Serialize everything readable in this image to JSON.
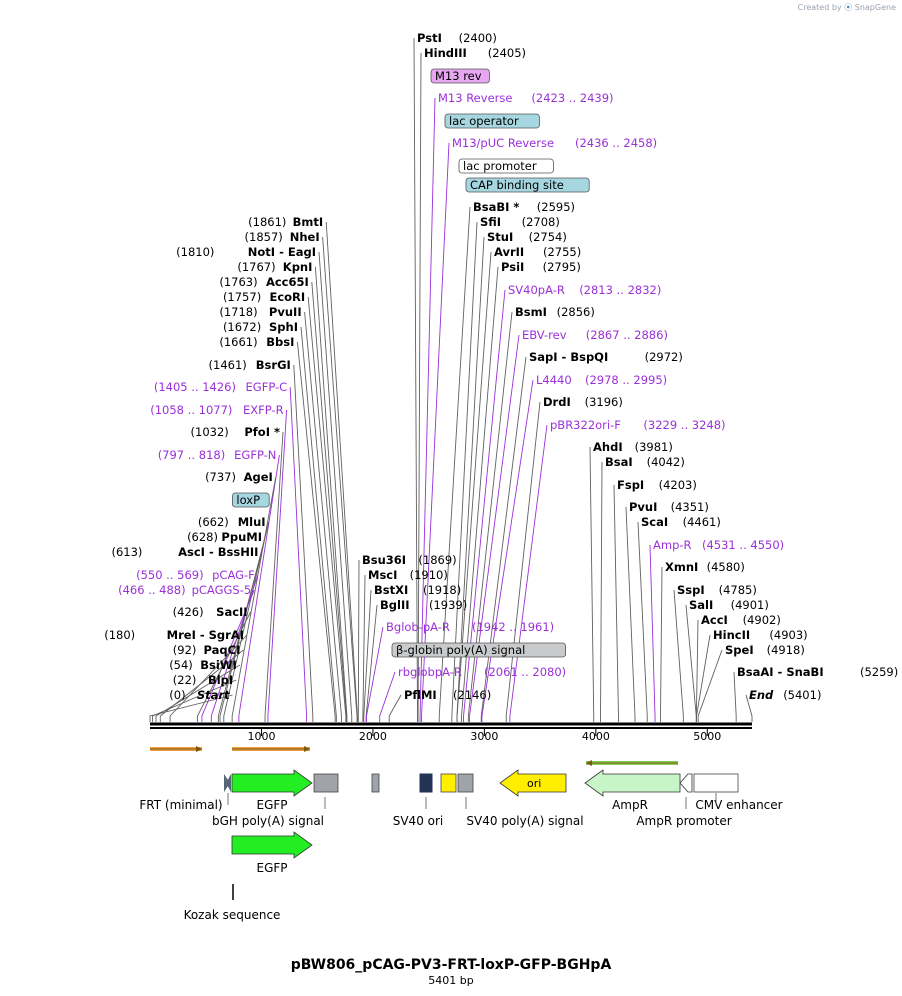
{
  "credit": {
    "prefix": "Created by",
    "brand": "SnapGene"
  },
  "map": {
    "name": "pBW806_pCAG-PV3-FRT-loxP-GFP-BGHpA",
    "length_label": "5401 bp",
    "total_bp": 5401,
    "ruler_ticks": [
      "1000",
      "2000",
      "3000",
      "4000",
      "5000"
    ],
    "colors": {
      "enzyme_line": "#606060",
      "primer": "#9b30d9",
      "egfp": "#22ee22",
      "grey_feature": "#a0a4aa",
      "ori": "#ffee00",
      "ampr": "#c8f5c8",
      "orf_arrow": "#f0a040"
    }
  },
  "left_labels": [
    {
      "name": "BmtI",
      "pos": "(1861)"
    },
    {
      "name": "NheI",
      "pos": "(1857)"
    },
    {
      "name": "NotI",
      "pos": "(1810)",
      "name2": "EagI"
    },
    {
      "name": "KpnI",
      "pos": "(1767)"
    },
    {
      "name": "Acc65I",
      "pos": "(1763)"
    },
    {
      "name": "EcoRI",
      "pos": "(1757)"
    },
    {
      "name": "PvuII",
      "pos": "(1718)"
    },
    {
      "name": "SphI",
      "pos": "(1672)"
    },
    {
      "name": "BbsI",
      "pos": "(1661)"
    },
    {
      "name": "BsrGI",
      "pos": "(1461)"
    },
    {
      "name": "EGFP-C",
      "pos": "(1405 .. 1426)",
      "primer": true
    },
    {
      "name": "EXFP-R",
      "pos": "(1058 .. 1077)",
      "primer": true
    },
    {
      "name": "PfoI *",
      "pos": "(1032)"
    },
    {
      "name": "EGFP-N",
      "pos": "(797 .. 818)",
      "primer": true
    },
    {
      "name": "AgeI",
      "pos": "(737)"
    },
    {
      "name": "loxP",
      "pos": "",
      "box": true
    },
    {
      "name": "MluI",
      "pos": "(662)"
    },
    {
      "name": "PpuMI",
      "pos": "(628)"
    },
    {
      "name": "AscI",
      "pos": "(613)",
      "name2": "BssHII"
    },
    {
      "name": "pCAG-F",
      "pos": "(550 .. 569)",
      "primer": true
    },
    {
      "name": "pCAGGS-5",
      "pos": "(466 .. 488)",
      "primer": true
    },
    {
      "name": "SacII",
      "pos": "(426)"
    },
    {
      "name": "MreI",
      "pos": "(180)",
      "name2": "SgrAI"
    },
    {
      "name": "PaqCI",
      "pos": "(92)"
    },
    {
      "name": "BsiWI",
      "pos": "(54)"
    },
    {
      "name": "BlpI",
      "pos": "(22)"
    },
    {
      "name": "Start",
      "pos": "(0)",
      "italic": true
    }
  ],
  "top_labels": [
    {
      "name": "PstI",
      "pos": "(2400)"
    },
    {
      "name": "HindIII",
      "pos": "(2405)"
    },
    {
      "name": "M13 rev",
      "pos": "",
      "box": "purple"
    },
    {
      "name": "M13 Reverse",
      "pos": "(2423 .. 2439)",
      "primer": true
    },
    {
      "name": "lac operator",
      "pos": "",
      "box": "teal"
    },
    {
      "name": "M13/pUC Reverse",
      "pos": "(2436 .. 2458)",
      "primer": true
    },
    {
      "name": "lac promoter",
      "pos": "",
      "box": "white"
    },
    {
      "name": "CAP binding site",
      "pos": "",
      "box": "teal"
    },
    {
      "name": "BsaBI *",
      "pos": "(2595)"
    },
    {
      "name": "SfiI",
      "pos": "(2708)"
    },
    {
      "name": "StuI",
      "pos": "(2754)"
    },
    {
      "name": "AvrII",
      "pos": "(2755)"
    },
    {
      "name": "PsiI",
      "pos": "(2795)"
    },
    {
      "name": "SV40pA-R",
      "pos": "(2813 .. 2832)",
      "primer": true
    },
    {
      "name": "BsmI",
      "pos": "(2856)"
    },
    {
      "name": "EBV-rev",
      "pos": "(2867 .. 2886)",
      "primer": true
    },
    {
      "name": "SapI",
      "pos": "(2972)",
      "name2": "BspQI"
    },
    {
      "name": "L4440",
      "pos": "(2978 .. 2995)",
      "primer": true
    },
    {
      "name": "DrdI",
      "pos": "(3196)"
    },
    {
      "name": "pBR322ori-F",
      "pos": "(3229 .. 3248)",
      "primer": true
    }
  ],
  "right_labels": [
    {
      "name": "AhdI",
      "pos": "(3981)"
    },
    {
      "name": "BsaI",
      "pos": "(4042)"
    },
    {
      "name": "FspI",
      "pos": "(4203)"
    },
    {
      "name": "PvuI",
      "pos": "(4351)"
    },
    {
      "name": "ScaI",
      "pos": "(4461)"
    },
    {
      "name": "Amp-R",
      "pos": "(4531 .. 4550)",
      "primer": true
    },
    {
      "name": "XmnI",
      "pos": "(4580)"
    },
    {
      "name": "SspI",
      "pos": "(4785)"
    },
    {
      "name": "SalI",
      "pos": "(4901)"
    },
    {
      "name": "AccI",
      "pos": "(4902)"
    },
    {
      "name": "HincII",
      "pos": "(4903)"
    },
    {
      "name": "SpeI",
      "pos": "(4918)"
    },
    {
      "name": "BsaAI",
      "pos": "(5259)",
      "name2": "SnaBI"
    },
    {
      "name": "End",
      "pos": "(5401)",
      "italic": true
    }
  ],
  "middle_labels": [
    {
      "name": "Bsu36I",
      "pos": "(1869)"
    },
    {
      "name": "MscI",
      "pos": "(1910)"
    },
    {
      "name": "BstXI",
      "pos": "(1918)"
    },
    {
      "name": "BglII",
      "pos": "(1939)"
    },
    {
      "name": "Bglob-pA-R",
      "pos": "(1942 .. 1961)",
      "primer": true
    },
    {
      "name": "β-globin poly(A) signal",
      "pos": "",
      "box": "grey"
    },
    {
      "name": "rbglobpA-R",
      "pos": "(2061 .. 2080)",
      "primer": true
    },
    {
      "name": "PflMI",
      "pos": "(2146)"
    }
  ],
  "features": [
    {
      "label": "FRT (minimal)"
    },
    {
      "label": "EGFP"
    },
    {
      "label": "bGH poly(A) signal"
    },
    {
      "label": "SV40 ori"
    },
    {
      "label": "SV40 poly(A) signal"
    },
    {
      "label": "ori"
    },
    {
      "label": "AmpR"
    },
    {
      "label": "AmpR promoter"
    },
    {
      "label": "CMV enhancer"
    },
    {
      "label": "EGFP"
    },
    {
      "label": "Kozak sequence"
    }
  ]
}
